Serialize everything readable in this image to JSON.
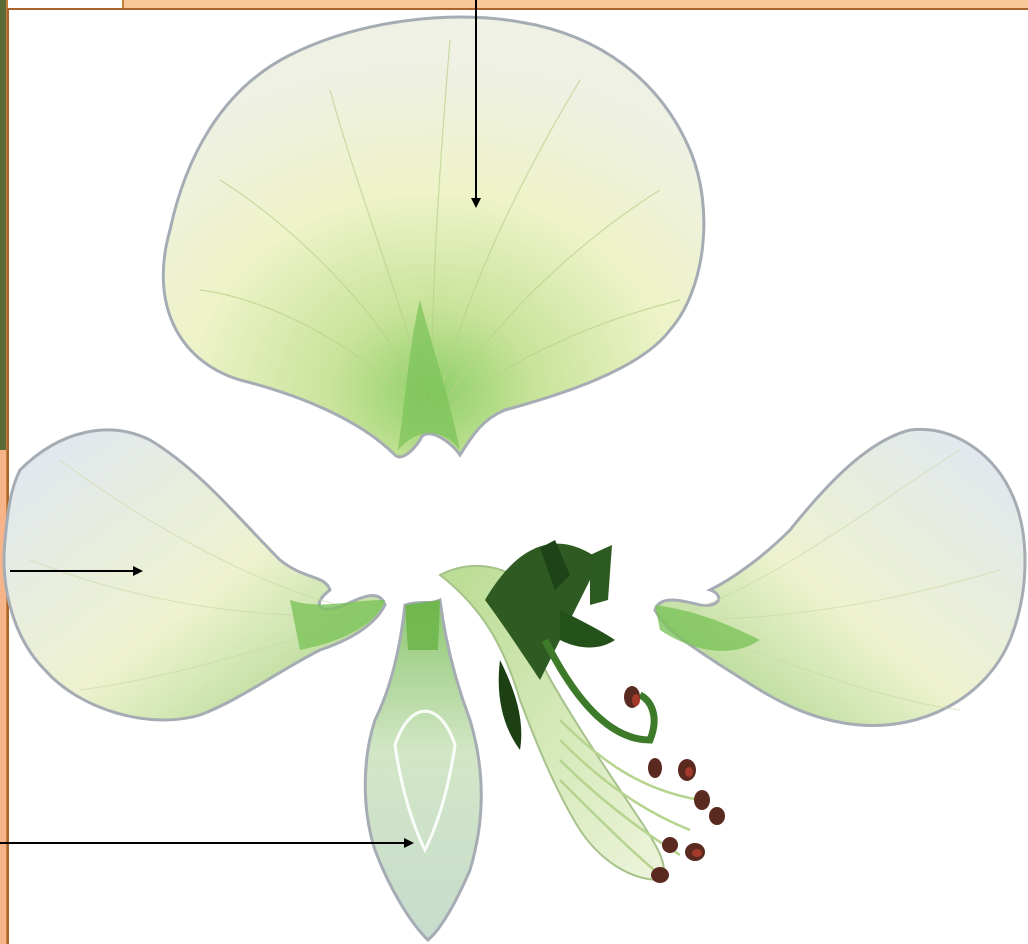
{
  "diagram": {
    "parts": [
      {
        "id": "standard",
        "kind": "petal"
      },
      {
        "id": "wing-left",
        "kind": "petal"
      },
      {
        "id": "wing-right",
        "kind": "petal"
      },
      {
        "id": "keel",
        "kind": "petal"
      },
      {
        "id": "stamens-pistil",
        "kind": "reproductive"
      }
    ],
    "labels": [
      {
        "target": "standard",
        "text": ""
      },
      {
        "target": "wing-left",
        "text": ""
      },
      {
        "target": "keel",
        "text": ""
      }
    ]
  },
  "colors": {
    "petal_fill": "#eef2d2",
    "petal_center": "#9ccf78",
    "petal_edge": "#a9aeb6",
    "wing_tint": "#dfe6f2",
    "sepal_dark": "#2f5a22",
    "anther": "#5a2a20",
    "label_box_orange": "#f8c89a",
    "label_box_border": "#c8803a"
  }
}
